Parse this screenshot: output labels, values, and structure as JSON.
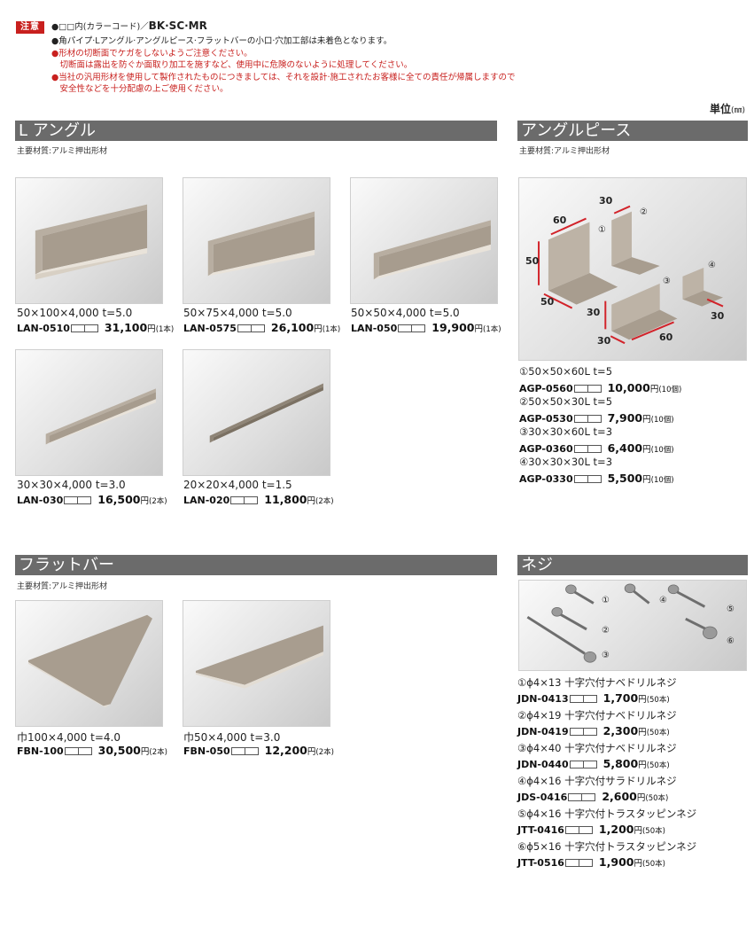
{
  "notice": {
    "tag": "注意",
    "line1_prefix": "●",
    "line1_text": "□□内(カラーコード)／",
    "line1_codes": "BK·SC·MR",
    "line2": "●角パイプ·Lアングル·アングルピース·フラットバーの小口·穴加工部は未着色となります。",
    "line3": "●形材の切断面でケガをしないようご注意ください。",
    "line4": "　切断面は露出を防ぐか面取り加工を施すなど、使用中に危険のないように処理してください。",
    "line5": "●当社の汎用形材を使用して製作されたものにつきましては、それを設計·施工されたお客様に全ての責任が帰属しますので",
    "line6": "　安全性などを十分配慮の上ご使用ください。"
  },
  "unit": {
    "label": "単位",
    "value": "(㎜)"
  },
  "l_angle": {
    "title": "L アングル",
    "material": "主要材質:アルミ押出形材",
    "items": [
      {
        "spec": "50×100×4,000 t=5.0",
        "code": "LAN-0510",
        "price": "31,100",
        "yen": "円",
        "qty": "(1本)"
      },
      {
        "spec": "50×75×4,000 t=5.0",
        "code": "LAN-0575",
        "price": "26,100",
        "yen": "円",
        "qty": "(1本)"
      },
      {
        "spec": "50×50×4,000 t=5.0",
        "code": "LAN-050",
        "price": "19,900",
        "yen": "円",
        "qty": "(1本)"
      },
      {
        "spec": "30×30×4,000 t=3.0",
        "code": "LAN-030",
        "price": "16,500",
        "yen": "円",
        "qty": "(2本)"
      },
      {
        "spec": "20×20×4,000 t=1.5",
        "code": "LAN-020",
        "price": "11,800",
        "yen": "円",
        "qty": "(2本)"
      }
    ]
  },
  "angle_piece": {
    "title": "アングルピース",
    "material": "主要材質:アルミ押出形材",
    "dims": [
      "30",
      "60",
      "50",
      "50",
      "30",
      "30",
      "60",
      "30"
    ],
    "markers": [
      "①",
      "②",
      "③",
      "④"
    ],
    "items": [
      {
        "desc": "①50×50×60L t=5",
        "code": "AGP-0560",
        "price": "10,000",
        "yen": "円",
        "qty": "(10個)"
      },
      {
        "desc": "②50×50×30L t=5",
        "code": "AGP-0530",
        "price": "7,900",
        "yen": "円",
        "qty": "(10個)"
      },
      {
        "desc": "③30×30×60L t=3",
        "code": "AGP-0360",
        "price": "6,400",
        "yen": "円",
        "qty": "(10個)"
      },
      {
        "desc": "④30×30×30L t=3",
        "code": "AGP-0330",
        "price": "5,500",
        "yen": "円",
        "qty": "(10個)"
      }
    ]
  },
  "flat_bar": {
    "title": "フラットバー",
    "material": "主要材質:アルミ押出形材",
    "items": [
      {
        "spec": "巾100×4,000 t=4.0",
        "code": "FBN-100",
        "price": "30,500",
        "yen": "円",
        "qty": "(2本)"
      },
      {
        "spec": "巾50×4,000 t=3.0",
        "code": "FBN-050",
        "price": "12,200",
        "yen": "円",
        "qty": "(2本)"
      }
    ]
  },
  "screws": {
    "title": "ネジ",
    "markers": [
      "①",
      "②",
      "③",
      "④",
      "⑤",
      "⑥"
    ],
    "items": [
      {
        "desc": "①ϕ4×13 十字穴付ナベドリルネジ",
        "code": "JDN-0413",
        "price": "1,700",
        "yen": "円",
        "qty": "(50本)"
      },
      {
        "desc": "②ϕ4×19 十字穴付ナベドリルネジ",
        "code": "JDN-0419",
        "price": "2,300",
        "yen": "円",
        "qty": "(50本)"
      },
      {
        "desc": "③ϕ4×40 十字穴付ナベドリルネジ",
        "code": "JDN-0440",
        "price": "5,800",
        "yen": "円",
        "qty": "(50本)"
      },
      {
        "desc": "④ϕ4×16 十字穴付サラドリルネジ",
        "code": "JDS-0416",
        "price": "2,600",
        "yen": "円",
        "qty": "(50本)"
      },
      {
        "desc": "⑤ϕ4×16 十字穴付トラスタッピンネジ",
        "code": "JTT-0416",
        "price": "1,200",
        "yen": "円",
        "qty": "(50本)"
      },
      {
        "desc": "⑥ϕ5×16 十字穴付トラスタッピンネジ",
        "code": "JTT-0516",
        "price": "1,900",
        "yen": "円",
        "qty": "(50本)"
      }
    ]
  }
}
